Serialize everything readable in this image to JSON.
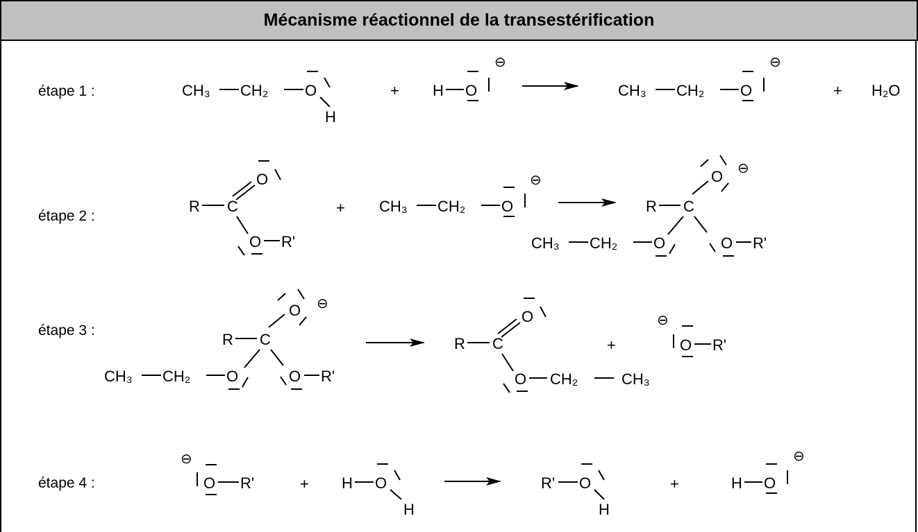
{
  "header": {
    "title": "Mécanisme réactionnel de la transestérification"
  },
  "steps": [
    {
      "label": "étape 1 :"
    },
    {
      "label": "étape 2 :"
    },
    {
      "label": "étape 3 :"
    },
    {
      "label": "étape 4 :"
    }
  ],
  "atoms": {
    "ch3": "CH₃",
    "ch2": "CH₂",
    "o": "O",
    "h": "H",
    "r": "R",
    "c": "C",
    "rprime": "R'",
    "h2o": "H₂O",
    "plus": "+",
    "minus_charge": "⊖"
  }
}
